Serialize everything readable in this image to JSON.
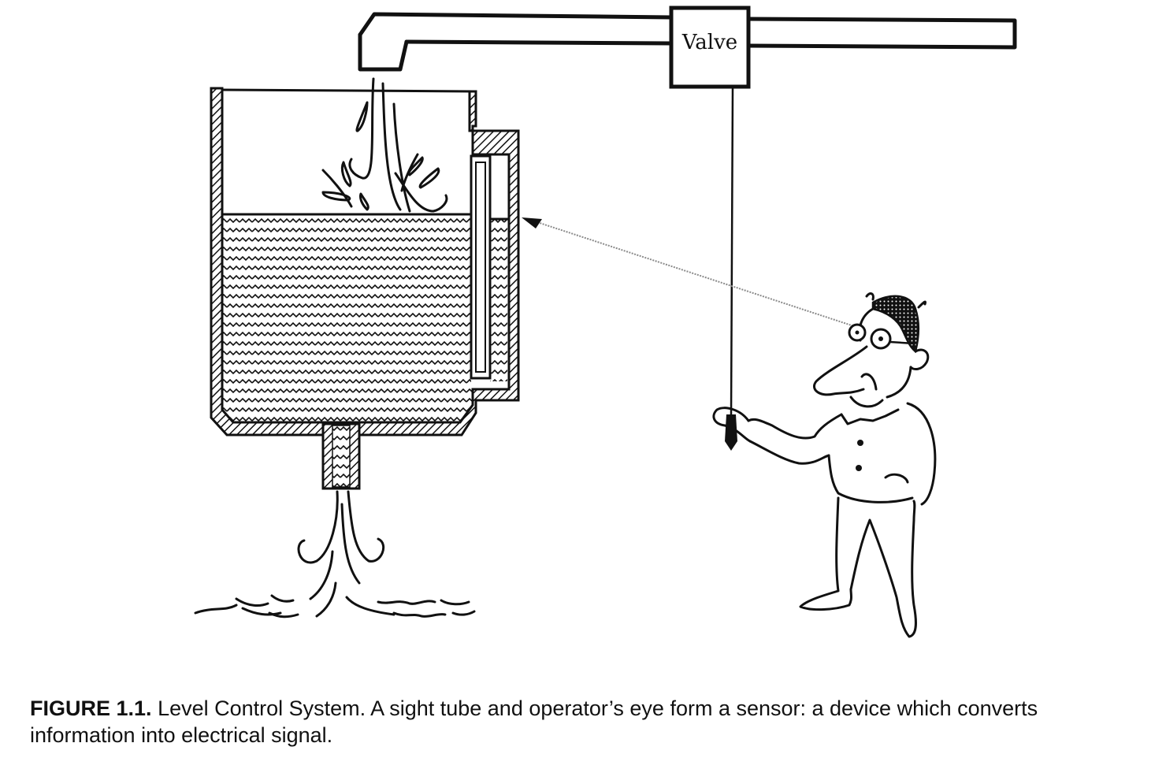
{
  "figure": {
    "title": "Level Control System",
    "number_label": "FIGURE 1.1.",
    "caption_text": "Level Control System. A sight tube and operator’s eye form a sensor: a device which converts information into electrical signal."
  },
  "diagram": {
    "components": [
      {
        "id": "inlet-pipe",
        "label": ""
      },
      {
        "id": "valve",
        "label": "Valve"
      },
      {
        "id": "tank",
        "label": ""
      },
      {
        "id": "sight-tube",
        "label": ""
      },
      {
        "id": "outlet-pipe",
        "label": ""
      },
      {
        "id": "operator",
        "label": ""
      }
    ],
    "connections": [
      {
        "from": "inlet-pipe",
        "to": "valve",
        "type": "pipe"
      },
      {
        "from": "inlet-pipe",
        "to": "tank",
        "type": "water-flow"
      },
      {
        "from": "tank",
        "to": "outlet-pipe",
        "type": "water-flow"
      },
      {
        "from": "valve",
        "to": "operator",
        "type": "control-rod"
      },
      {
        "from": "operator",
        "to": "sight-tube",
        "type": "line-of-sight"
      }
    ]
  },
  "colors": {
    "ink": "#111111",
    "background": "#ffffff",
    "sight_line": "#8a8a8a"
  }
}
